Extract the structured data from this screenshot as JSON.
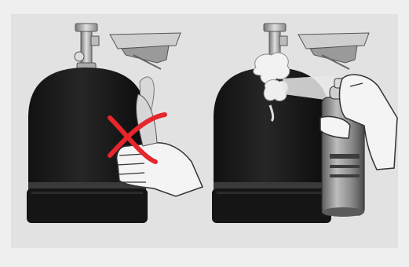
{
  "panels": [
    {
      "id": "left",
      "depicts": "cylinder-valve-wiped-with-cloth",
      "status": "wrong"
    },
    {
      "id": "right",
      "depicts": "cylinder-valve-checked-with-leak-spray",
      "status": "correct"
    }
  ],
  "colors": {
    "background": "#efefef",
    "panel": "#e2e2e2",
    "cylinder": "#1b1b1b",
    "prohibited_mark": "#e5262b",
    "skin": "#f4f4f4"
  }
}
